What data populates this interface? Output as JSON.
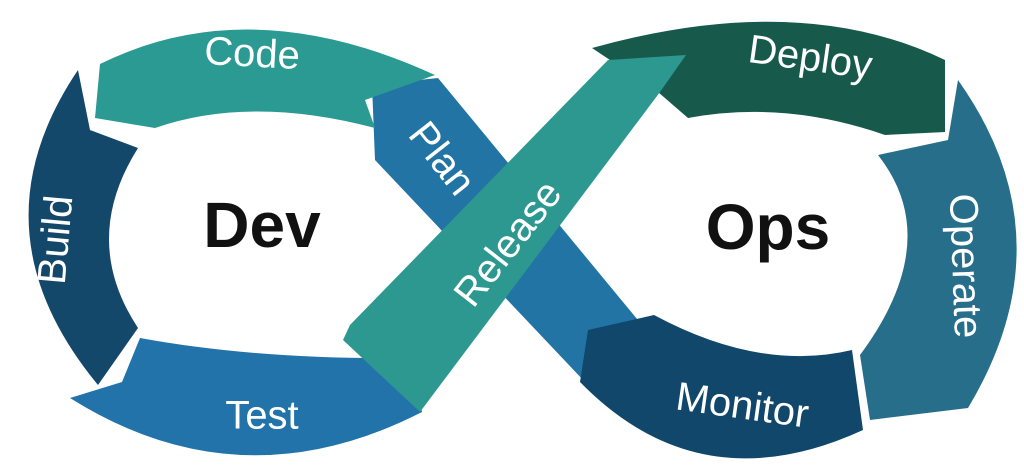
{
  "hubs": {
    "left": "Dev",
    "right": "Ops"
  },
  "stages": {
    "plan": "Plan",
    "code": "Code",
    "build": "Build",
    "test": "Test",
    "release": "Release",
    "deploy": "Deploy",
    "operate": "Operate",
    "monitor": "Monitor"
  },
  "colors": {
    "plan": "#2274a5",
    "code": "#2a9a92",
    "build": "#13486b",
    "test": "#2173a9",
    "release": "#2c9890",
    "deploy": "#175a4c",
    "operate": "#276e8b",
    "monitor": "#10476a"
  }
}
